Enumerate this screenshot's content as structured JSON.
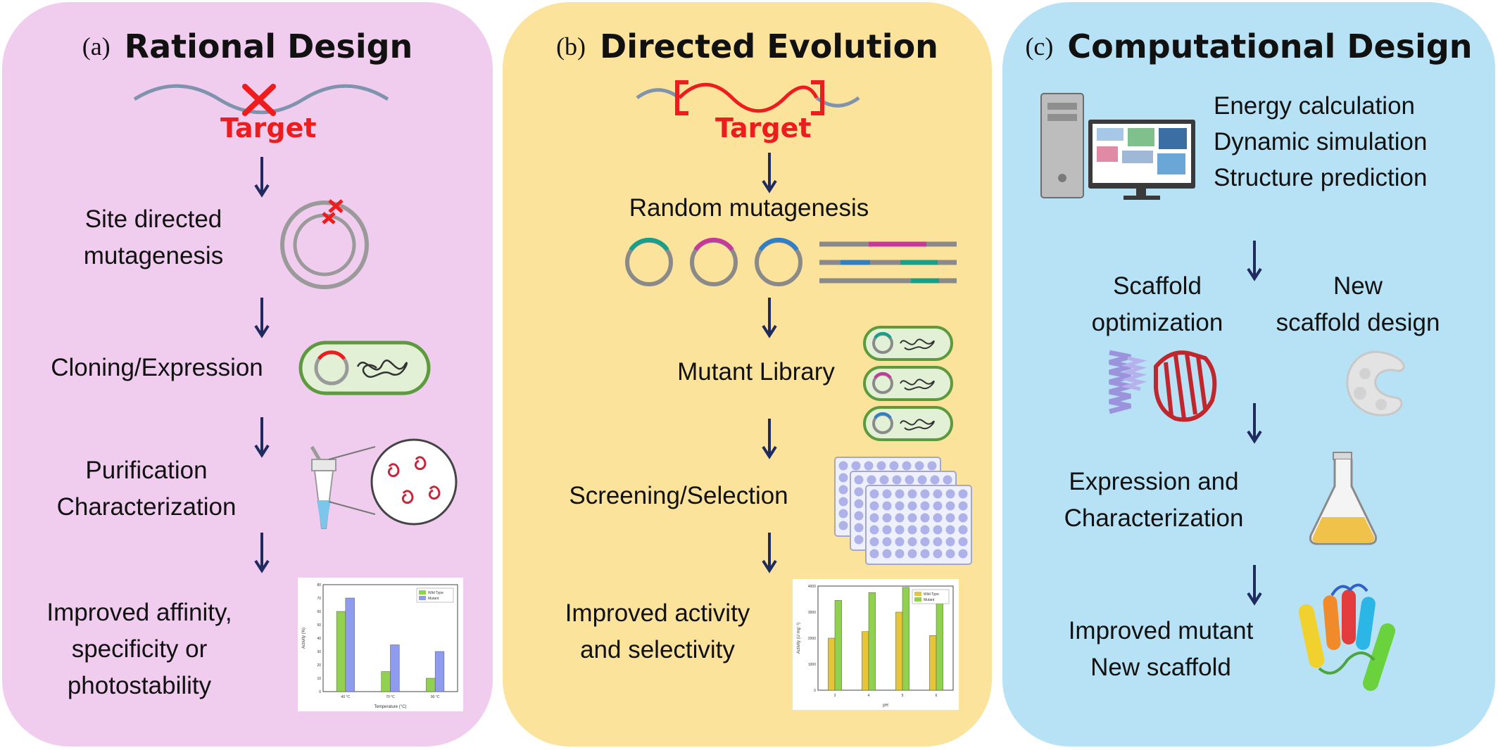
{
  "panels": {
    "a": {
      "label": "(a)",
      "title": "Rational Design",
      "target": "Target",
      "steps": [
        {
          "lines": [
            "Site directed",
            "mutagenesis"
          ]
        },
        {
          "lines": [
            "Cloning/Expression"
          ]
        },
        {
          "lines": [
            "Purification",
            "Characterization"
          ]
        },
        {
          "lines": [
            "Improved affinity,",
            "specificity or",
            "photostability"
          ]
        }
      ],
      "chart": {
        "legend": [
          "Wild Type",
          "Mutant"
        ],
        "colors": [
          "#92d050",
          "#8e9bef"
        ],
        "categories": [
          "40 °C",
          "70 °C",
          "90 °C"
        ],
        "series": [
          {
            "name": "Wild Type",
            "values": [
              60,
              15,
              10
            ]
          },
          {
            "name": "Mutant",
            "values": [
              70,
              35,
              30
            ]
          }
        ],
        "ylim": [
          0,
          80
        ],
        "yticks": [
          "0",
          "10",
          "20",
          "30",
          "40",
          "50",
          "60",
          "70",
          "80"
        ],
        "xlabel": "Temperature (°C)",
        "ylabel": "Activity (%)"
      }
    },
    "b": {
      "label": "(b)",
      "title": "Directed Evolution",
      "target": "Target",
      "steps": [
        {
          "lines": [
            "Random mutagenesis"
          ]
        },
        {
          "lines": [
            "Mutant Library"
          ]
        },
        {
          "lines": [
            "Screening/Selection"
          ]
        },
        {
          "lines": [
            "Improved activity",
            "and selectivity"
          ]
        }
      ],
      "chart": {
        "legend": [
          "Wild Type",
          "Mutant"
        ],
        "colors": [
          "#e6c637",
          "#92d050"
        ],
        "categories": [
          "3",
          "4",
          "5",
          "6"
        ],
        "series": [
          {
            "name": "Wild Type",
            "values": [
              2000,
              2250,
              3000,
              2100
            ]
          },
          {
            "name": "Mutant",
            "values": [
              3450,
              3750,
              3950,
              3600
            ]
          }
        ],
        "ylim": [
          0,
          4000
        ],
        "yticks": [
          "0",
          "1000",
          "2000",
          "3000",
          "4000"
        ],
        "xlabel": "pH",
        "ylabel": "Activity (U mg⁻¹)"
      }
    },
    "c": {
      "label": "(c)",
      "title": "Computational Design",
      "methods": [
        "Energy calculation",
        "Dynamic simulation",
        "Structure prediction"
      ],
      "left_branch": [
        "Scaffold",
        "optimization"
      ],
      "right_branch": [
        "New",
        "scaffold design"
      ],
      "expression": [
        "Expression and",
        "Characterization"
      ],
      "result": [
        "Improved mutant",
        "New scaffold"
      ]
    }
  },
  "colors": {
    "panel_a": "#f0cdef",
    "panel_b": "#fbe39c",
    "panel_c": "#b7e2f5",
    "arrow": "#1f2a5e",
    "target_red": "#ee1c1c"
  }
}
